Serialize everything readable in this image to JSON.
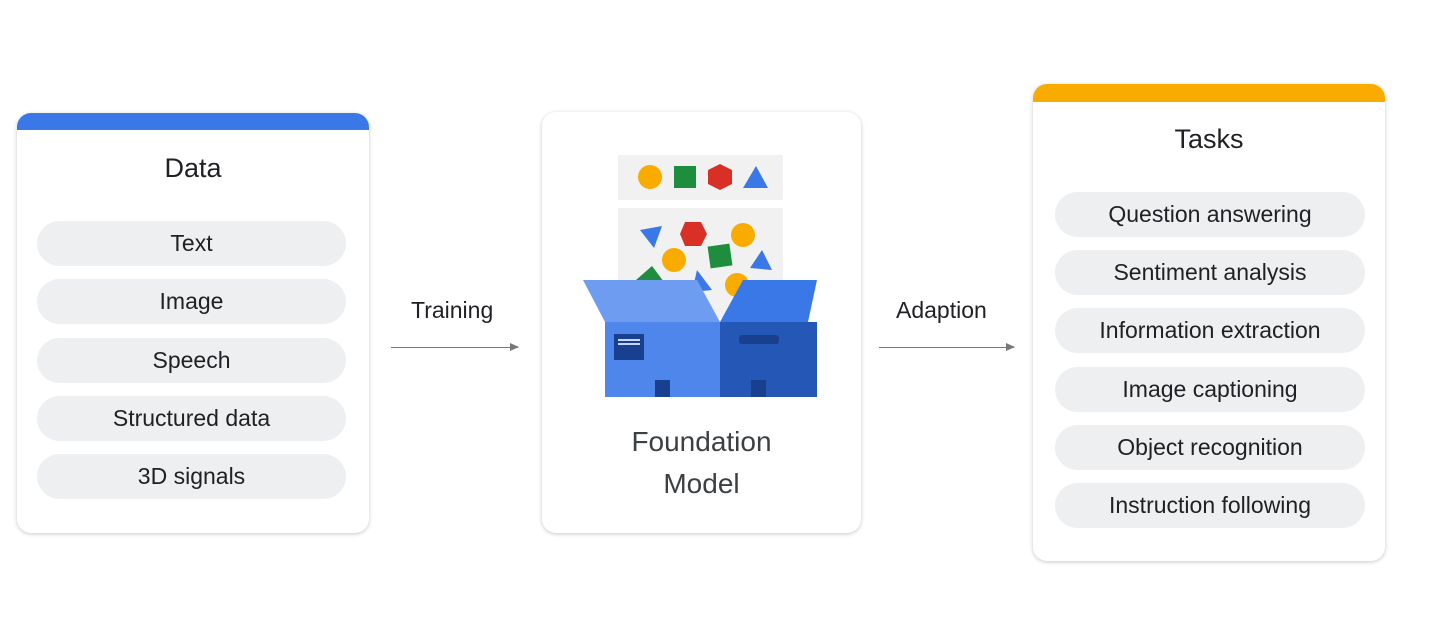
{
  "data_card": {
    "title": "Data",
    "items": [
      "Text",
      "Image",
      "Speech",
      "Structured data",
      "3D signals"
    ],
    "accent": "#3b78e7"
  },
  "training_label": "Training",
  "model_card": {
    "title_line1": "Foundation",
    "title_line2": "Model"
  },
  "adaption_label": "Adaption",
  "tasks_card": {
    "title": "Tasks",
    "items": [
      "Question answering",
      "Sentiment analysis",
      "Information extraction",
      "Image captioning",
      "Object recognition",
      "Instruction following"
    ],
    "accent": "#f9ab00"
  }
}
